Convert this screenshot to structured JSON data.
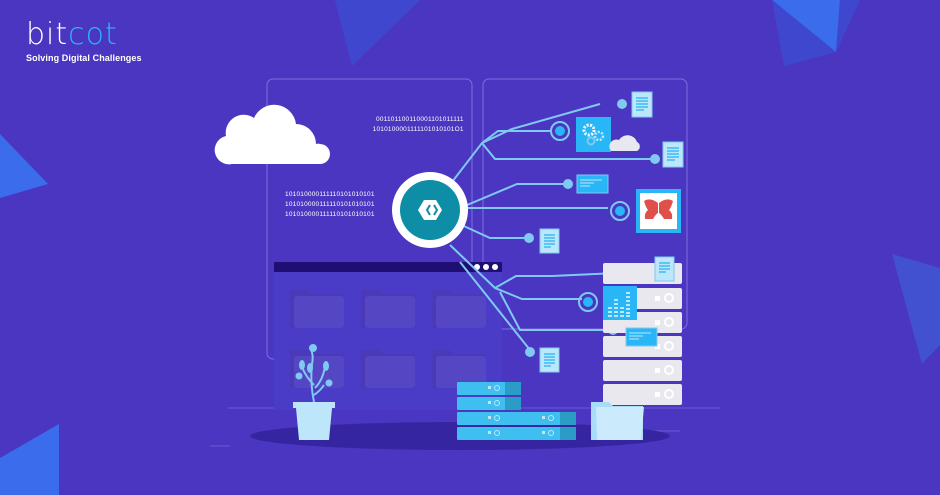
{
  "brand": {
    "name_part1": "bit",
    "name_part2": "cot",
    "tagline": "Solving Digital Challenges",
    "colors": {
      "background": "#4a36c0",
      "accent": "#29b6f6",
      "white": "#ffffff"
    }
  },
  "illustration": {
    "binary_top": [
      "001101100110001101011111",
      "1010100001111101010101O1"
    ],
    "binary_left": [
      "101010000111110101010101",
      "101010000111110101010101",
      "101010000111110101010101"
    ],
    "hub_icon": "code-brackets-hexagon-icon",
    "nodes": [
      "document-icon",
      "gears-icon",
      "cloud-icon",
      "document-icon",
      "window-icon",
      "butterfly-app-icon",
      "document-icon",
      "document-icon",
      "bar-chart-icon",
      "window-icon",
      "document-icon"
    ],
    "window_dots": 3
  }
}
